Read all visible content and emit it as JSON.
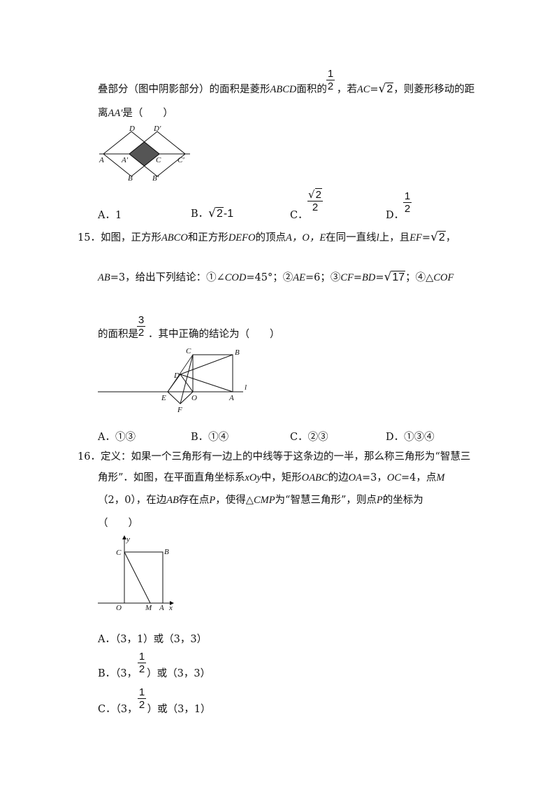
{
  "q14": {
    "line1_a": "叠部分（图中阴影部分）的面积是菱形",
    "line1_abcd1": "ABCD",
    "line1_b": "面积的",
    "frac_num": "1",
    "frac_den": "2",
    "line1_c": "，若",
    "line1_ac": "AC",
    "line1_eq": "=",
    "line1_sqrt_rad": "2",
    "line1_d": "，则菱形移动的距",
    "line2_a": "离",
    "line2_aa": "AA′",
    "line2_b": "是（　　）",
    "figure_labels": [
      "D",
      "D′",
      "A",
      "A′",
      "C",
      "C′",
      "B",
      "B′"
    ],
    "options": {
      "a_label": "A．",
      "a_text": "1",
      "b_label": "B．",
      "b_rad": "2",
      "b_tail": "-1",
      "c_label": "C．",
      "c_num_rad": "2",
      "c_den": "2",
      "d_label": "D．",
      "d_num": "1",
      "d_den": "2"
    }
  },
  "q15": {
    "num": "15．",
    "l1_a": "如图，正方形",
    "l1_abco": "ABCO",
    "l1_b": "和正方形",
    "l1_defo": "DEFO",
    "l1_c": "的顶点",
    "l1_pts": "A，O，E",
    "l1_d": "在同一直线",
    "l1_l": "l",
    "l1_e": "上，且",
    "l1_ef": "EF",
    "l1_eq": "=",
    "l1_rad": "2",
    "l1_f": "，",
    "l2_ab": "AB",
    "l2_a": "=3，给出下列结论：①∠",
    "l2_cod": "COD",
    "l2_b": "=45°；②",
    "l2_ae": "AE",
    "l2_c": "=6；③",
    "l2_cf": "CF",
    "l2_d": "=",
    "l2_bd": "BD",
    "l2_e": "=",
    "l2_rad": "17",
    "l2_f": "；④△",
    "l2_cof": "COF",
    "l3_a": "的面积是",
    "frac_num": "3",
    "frac_den": "2",
    "l3_b": "．其中正确的结论为（　　）",
    "figure_labels": [
      "C",
      "B",
      "D",
      "l",
      "E",
      "O",
      "A",
      "F"
    ],
    "options": [
      {
        "label": "A．",
        "text": "①③"
      },
      {
        "label": "B．",
        "text": "①④"
      },
      {
        "label": "C．",
        "text": "②③"
      },
      {
        "label": "D．",
        "text": "①③④"
      }
    ]
  },
  "q16": {
    "num": "16．",
    "l1": "定义：如果一个三角形有一边上的中线等于这条边的一半，那么称三角形为“智慧三",
    "l2_a": "角形”．如图，在平面直角坐标系",
    "l2_xoy": "xOy",
    "l2_b": "中，矩形",
    "l2_oabc": "OABC",
    "l2_c": "的边",
    "l2_oa": "OA",
    "l2_d": "=3，",
    "l2_oc": "OC",
    "l2_e": "=4，点",
    "l2_m": "M",
    "l3_a": "（2，0），在边",
    "l3_ab": "AB",
    "l3_b": "存在点",
    "l3_p": "P",
    "l3_c": "，使得△",
    "l3_cmp": "CMP",
    "l3_d": "为“智慧三角形”，则点",
    "l3_p2": "P",
    "l3_e": "的坐标为",
    "l4": "（　　）",
    "figure_labels": [
      "y",
      "C",
      "B",
      "O",
      "M",
      "A",
      "x"
    ],
    "options": {
      "a_label": "A．",
      "a_text": "（3，1）或（3，3）",
      "b_label": "B．",
      "b_pre": "（3，",
      "b_num": "1",
      "b_den": "2",
      "b_post": "）或（3，3）",
      "c_label": "C．",
      "c_pre": "（3，",
      "c_num": "1",
      "c_den": "2",
      "c_post": "）或（3，1）"
    }
  }
}
